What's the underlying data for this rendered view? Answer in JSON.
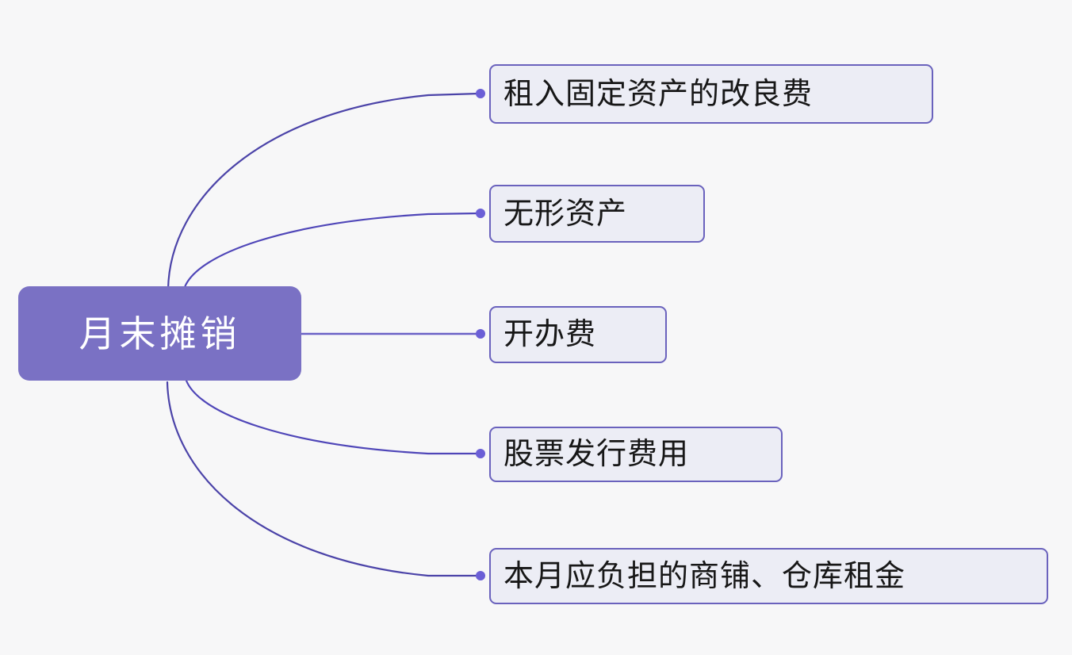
{
  "diagram": {
    "type": "mind-map",
    "orientation": "left-root-right-children",
    "background_color": "#f7f7f8",
    "root": {
      "label": "月末摊销",
      "fill_color": "#7a71c4",
      "text_color": "#ffffff"
    },
    "branch_style": {
      "line_color": "#5b52c0",
      "bullet_color": "#6b5fd6",
      "node_fill": "#ecedf5",
      "node_border": "#6a62bd",
      "node_text": "#171717"
    },
    "children": [
      {
        "label": "租入固定资产的改良费",
        "connector": "curve-up"
      },
      {
        "label": "无形资产",
        "connector": "curve-up"
      },
      {
        "label": "开办费",
        "connector": "straight"
      },
      {
        "label": "股票发行费用",
        "connector": "curve-down"
      },
      {
        "label": "本月应负担的商铺、仓库租金",
        "connector": "curve-down"
      }
    ]
  }
}
